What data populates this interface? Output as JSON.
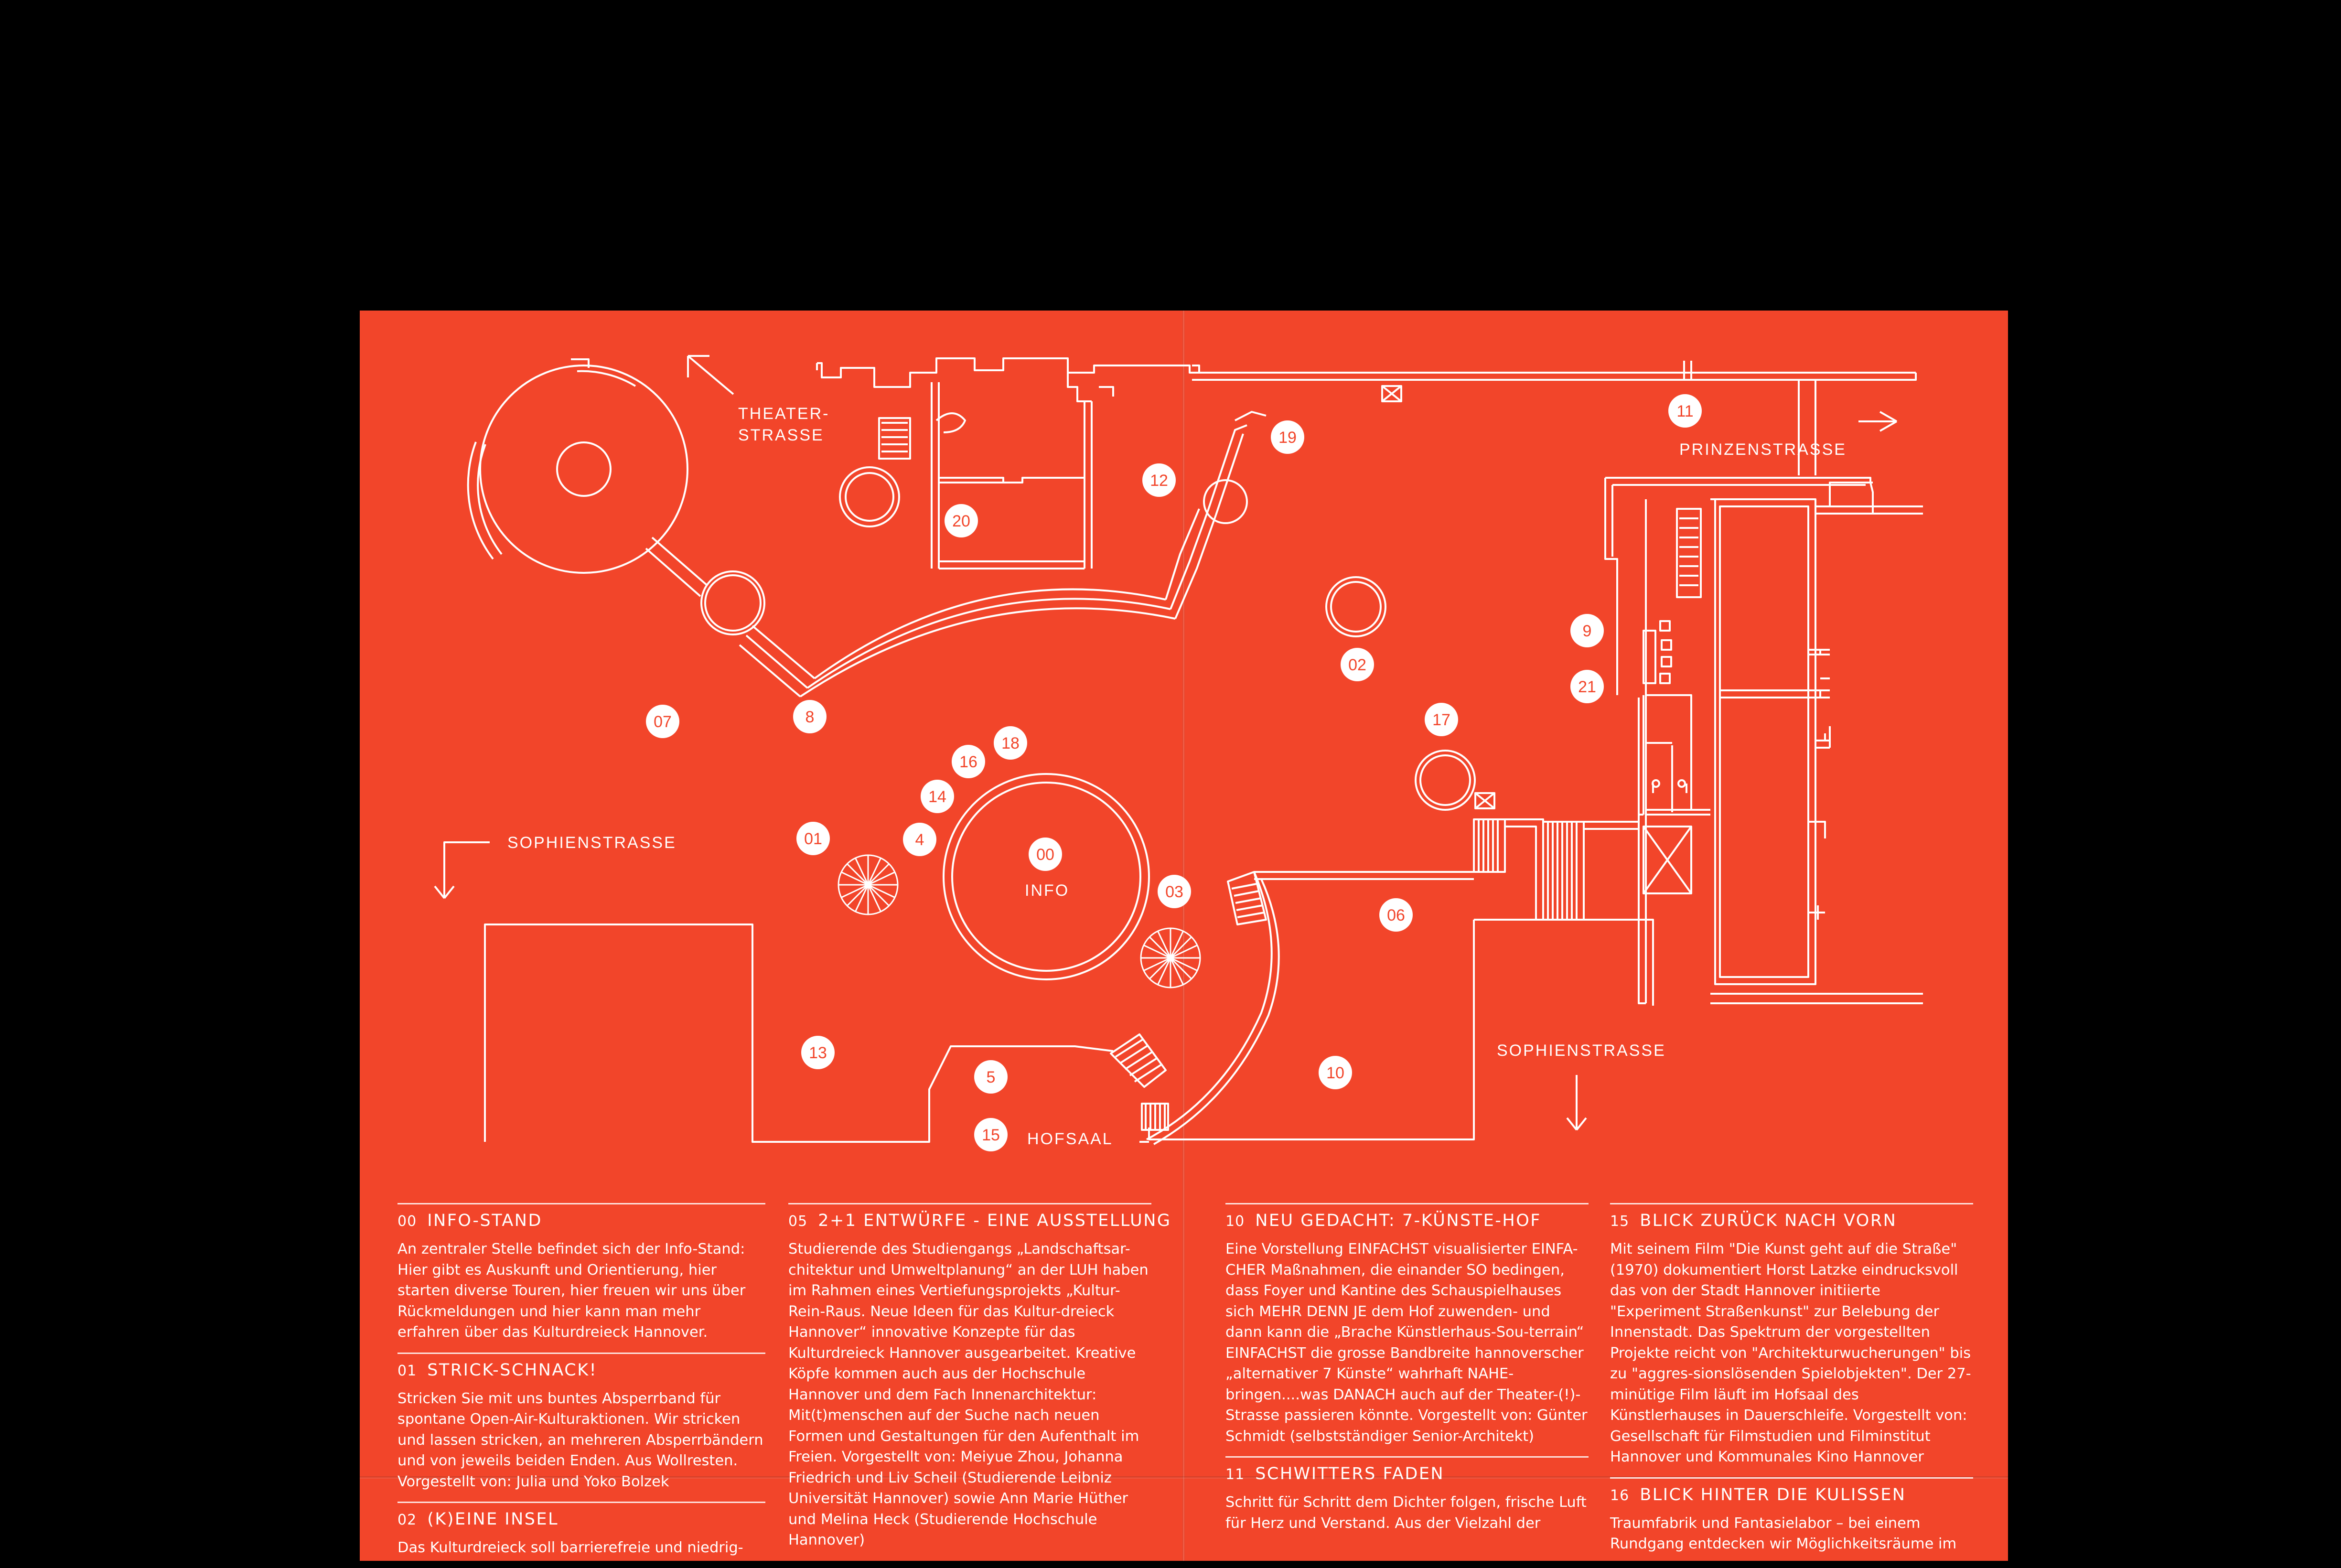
{
  "colors": {
    "paper": "#f2452a",
    "ink": "#ffffff",
    "background": "#000000"
  },
  "map": {
    "streets": {
      "theater": "THEATER-",
      "theater2": "STRASSE",
      "prinzen": "PRINZENSTRASSE",
      "sophien_left": "SOPHIENSTRASSE",
      "sophien_right": "SOPHIENSTRASSE"
    },
    "places": {
      "info": "INFO",
      "hofsaal": "HOFSAAL"
    },
    "markers": [
      "00",
      "01",
      "02",
      "03",
      "4",
      "5",
      "06",
      "07",
      "8",
      "9",
      "10",
      "11",
      "12",
      "13",
      "14",
      "15",
      "16",
      "17",
      "18",
      "19",
      "20",
      "21"
    ]
  },
  "legend": {
    "columns": [
      [
        {
          "num": "00",
          "title": "INFO-STAND",
          "body": "An zentraler Stelle befindet sich der Info-Stand: Hier gibt es Auskunft und Orientierung, hier starten diverse Touren, hier freuen wir uns über Rückmeldungen und hier kann man mehr erfahren über das Kulturdreieck Hannover."
        },
        {
          "num": "01",
          "title": "STRICK-SCHNACK!",
          "body": "Stricken Sie mit uns buntes Absperrband für spontane Open-Air-Kulturaktionen. Wir stricken und lassen stricken, an mehreren Absperrbändern und von jeweils beiden Enden. Aus Wollresten. Vorgestellt von: Julia und Yoko Bolzek"
        },
        {
          "num": "02",
          "title": "(K)EINE INSEL",
          "body": "Das Kulturdreieck soll barrierefreie und niedrig-"
        }
      ],
      [
        {
          "num": "05",
          "title": "2+1 ENTWÜRFE - EINE AUSSTELLUNG",
          "body": "Studierende des Studiengangs „Landschaftsar-chitektur und Umweltplanung“ an der LUH haben im Rahmen eines Vertiefungsprojekts „Kultur-Rein-Raus. Neue Ideen für das Kultur-dreieck Hannover“ innovative Konzepte für das Kulturdreieck Hannover ausgearbeitet. Kreative Köpfe kommen auch aus der Hochschule Hannover und dem Fach Innenarchitektur: Mit(t)menschen auf der Suche nach neuen Formen und Gestaltungen für den Aufenthalt im Freien. Vorgestellt von: Meiyue Zhou, Johanna Friedrich und Liv Scheil (Studierende Leibniz Universität Hannover) sowie Ann Marie Hüther und Melina Heck (Studierende Hochschule Hannover)"
        }
      ],
      [
        {
          "num": "10",
          "title": "NEU GEDACHT: 7-KÜNSTE-HOF",
          "body": "Eine Vorstellung EINFACHST visualisierter EINFA-CHER Maßnahmen, die einander SO bedingen, dass Foyer und Kantine des Schauspielhauses sich MEHR DENN JE dem Hof zuwenden- und dann kann die „Brache Künstlerhaus-Sou-terrain“ EINFACHST die grosse Bandbreite hannoverscher „alternativer 7 Künste“ wahrhaft NAHE-bringen....was DANACH auch auf der Theater-(!)-Strasse passieren könnte. Vorgestellt von: Günter Schmidt (selbstständiger Senior-Architekt)"
        },
        {
          "num": "11",
          "title": "SCHWITTERS FADEN",
          "body": "Schritt für Schritt dem Dichter folgen, frische Luft für Herz und Verstand. Aus der Vielzahl der"
        }
      ],
      [
        {
          "num": "15",
          "title": "BLICK ZURÜCK NACH VORN",
          "body": "Mit seinem Film \"Die Kunst geht auf die Straße\" (1970) dokumentiert Horst Latzke eindrucksvoll das von der Stadt Hannover initiierte \"Experiment Straßenkunst\" zur Belebung der Innenstadt. Das Spektrum der vorgestellten Projekte reicht von \"Architekturwucherungen\" bis zu \"aggres-sionslösenden Spielobjekten\". Der 27-minütige Film läuft im Hofsaal des Künstlerhauses in Dauerschleife. Vorgestellt von: Gesellschaft für Filmstudien und Filminstitut Hannover und Kommunales Kino Hannover"
        },
        {
          "num": "16",
          "title": "BLICK HINTER DIE KULISSEN",
          "body": "Traumfabrik und Fantasielabor – bei einem Rundgang entdecken wir Möglichkeitsräume im"
        }
      ]
    ]
  }
}
